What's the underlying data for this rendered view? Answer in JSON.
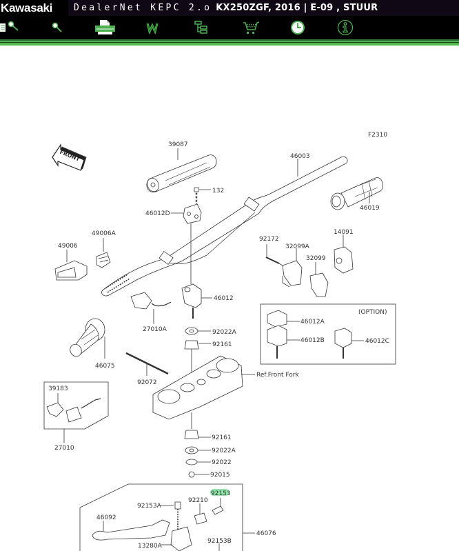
{
  "header": {
    "brand": "Kawasaki",
    "app_name": "DealerNet KEPC 2.o",
    "model_info": "KX250ZGF, 2016 | E-09 , STUUR"
  },
  "toolbar": {
    "buttons": [
      {
        "name": "document-search",
        "icon": "document-search-icon"
      },
      {
        "name": "search",
        "icon": "magnifier-icon"
      },
      {
        "name": "print",
        "icon": "printer-icon"
      },
      {
        "name": "wishlist",
        "icon": "w-icon"
      },
      {
        "name": "tree-view",
        "icon": "tree-icon"
      },
      {
        "name": "cart",
        "icon": "shopping-cart-icon"
      },
      {
        "name": "history",
        "icon": "clock-icon"
      },
      {
        "name": "info",
        "icon": "info-icon"
      }
    ]
  },
  "colors": {
    "accent_green": "#4fba4a",
    "dark_green": "#2f6b30",
    "highlight": "#8fe5a8"
  },
  "diagram": {
    "figure_code": "F2310",
    "front_label": "FRONT",
    "option_label": "(OPTION)",
    "ref_front_fork": "Ref.Front Fork",
    "parts": {
      "p39087": "39087",
      "p46003": "46003",
      "p132": "132",
      "p46012D": "46012D",
      "p46019": "46019",
      "p49006A": "49006A",
      "p49006": "49006",
      "p92172": "92172",
      "p32099A": "32099A",
      "p32099": "32099",
      "p14091": "14091",
      "p46012": "46012",
      "p27010A": "27010A",
      "p92022A_1": "92022A",
      "p92161_1": "92161",
      "p46012A": "46012A",
      "p46012B": "46012B",
      "p46012C": "46012C",
      "p46075": "46075",
      "p92072": "92072",
      "p39183": "39183",
      "p27010": "27010",
      "p92161_2": "92161",
      "p92022A_2": "92022A",
      "p92022": "92022",
      "p92015": "92015",
      "p92153": "92153",
      "p92153A": "92153A",
      "p92210": "92210",
      "p46092": "46092",
      "p46076": "46076",
      "p13280A": "13280A",
      "p92153B": "92153B"
    }
  }
}
